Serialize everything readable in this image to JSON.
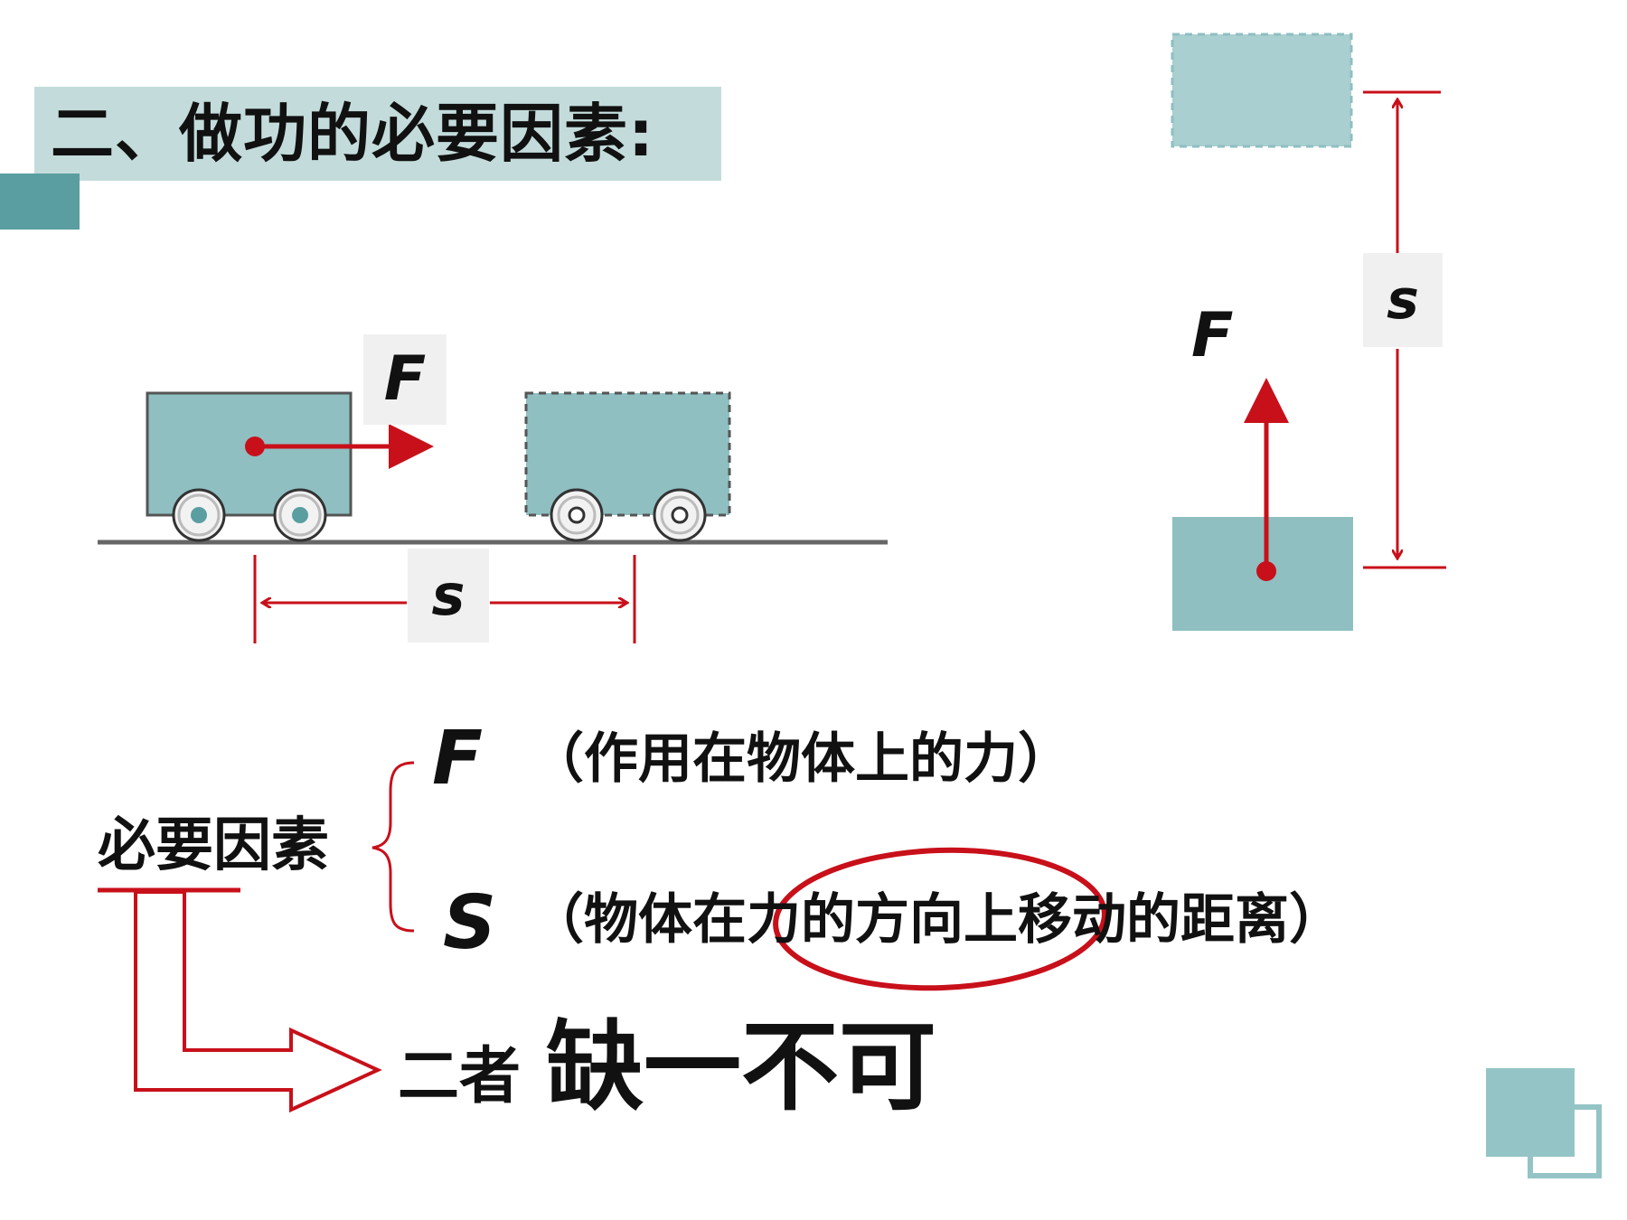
{
  "title": "二、做功的必要因素:",
  "diagram_horizontal": {
    "force_label": "F",
    "distance_label": "s"
  },
  "diagram_vertical": {
    "force_label": "F",
    "distance_label": "s"
  },
  "factors": {
    "group_label": "必要因素",
    "force_symbol": "F",
    "force_desc": "（作用在物体上的力）",
    "distance_symbol": "S",
    "distance_desc": "（物体在力的方向上移动的距离）",
    "conclusion_prefix": "二者",
    "conclusion_main": "缺一不可"
  },
  "colors": {
    "accent_red": "#c8101a",
    "teal_box": "#8fbfc1",
    "teal_dark": "#5a9ea1",
    "title_bg": "#c3dcdb"
  }
}
